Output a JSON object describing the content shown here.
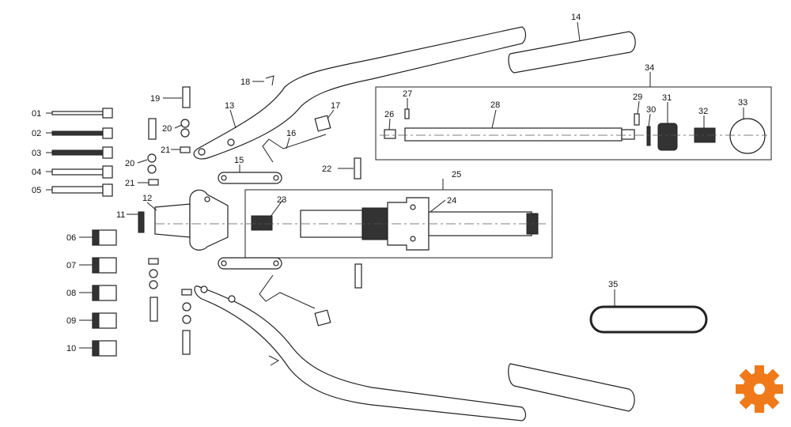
{
  "diagram": {
    "labels": {
      "p01": "01",
      "p02": "02",
      "p03": "03",
      "p04": "04",
      "p05": "05",
      "p06": "06",
      "p07": "07",
      "p08": "08",
      "p09": "09",
      "p10": "10",
      "p11": "11",
      "p12": "12",
      "p13": "13",
      "p14": "14",
      "p15": "15",
      "p16": "16",
      "p17": "17",
      "p18": "18",
      "p19": "19",
      "p20a": "20",
      "p20b": "20",
      "p21a": "21",
      "p21b": "21",
      "p22": "22",
      "p23": "23",
      "p24": "24",
      "p25": "25",
      "p26": "26",
      "p27": "27",
      "p28": "28",
      "p29": "29",
      "p30": "30",
      "p31": "31",
      "p32": "32",
      "p33": "33",
      "p34": "34",
      "p35": "35"
    }
  },
  "logo": {
    "icon": "gear-icon",
    "color": "#f07a1a"
  }
}
